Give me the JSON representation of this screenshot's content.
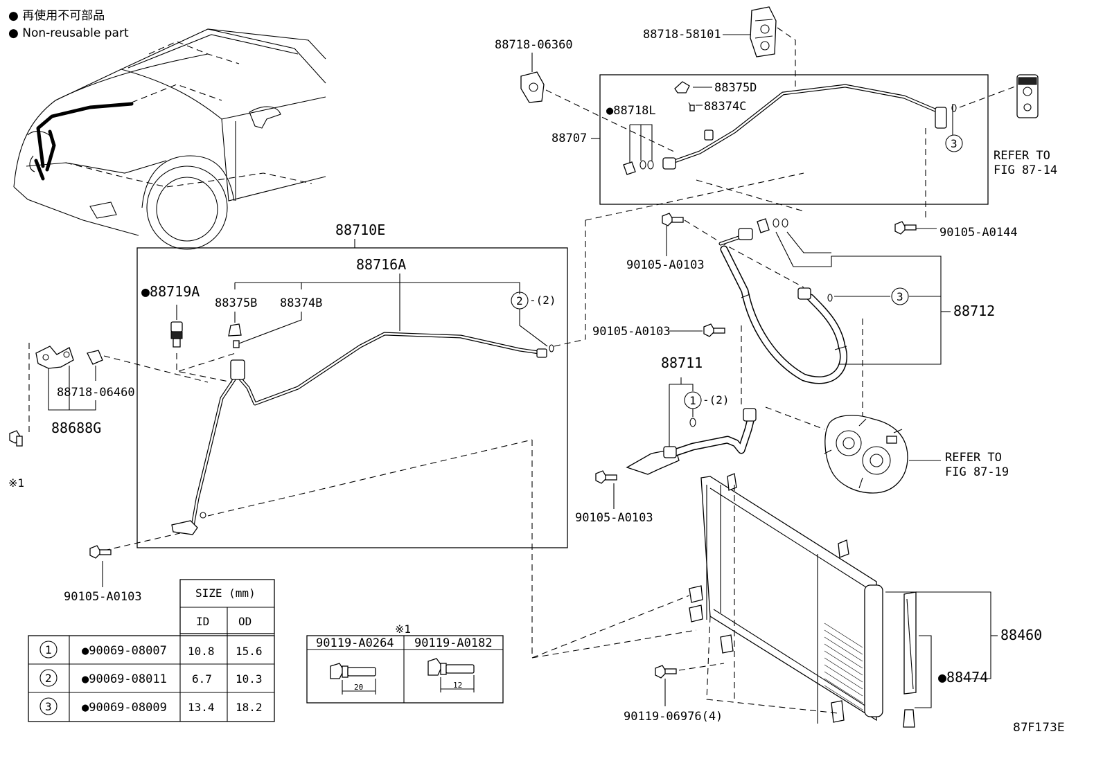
{
  "legend": {
    "line1": "● 再使用不可部品",
    "line2": "● Non-reusable part"
  },
  "labels": {
    "p88718_06360": "88718-06360",
    "p88718_58101": "88718-58101",
    "p88375D": "88375D",
    "p88374C": "88374C",
    "p88718L": "●88718L",
    "p88707": "88707",
    "refer_87_14_a": "REFER TO",
    "refer_87_14_b": "FIG 87-14",
    "p90105_A0144": "90105-A0144",
    "p90105_A0103_a": "90105-A0103",
    "p88710E": "88710E",
    "p88716A": "88716A",
    "p88719A": "●88719A",
    "p88375B": "88375B",
    "p88374B": "88374B",
    "qty2a": "-(2)",
    "p88712": "88712",
    "p90105_A0103_b": "90105-A0103",
    "p88711": "88711",
    "qty2b": "-(2)",
    "refer_87_19_a": "REFER TO",
    "refer_87_19_b": "FIG 87-19",
    "p90105_A0103_c": "90105-A0103",
    "p88718_06460": "88718-06460",
    "p88688G": "88688G",
    "note_mark": "※1",
    "p90105_A0103_d": "90105-A0103",
    "p88460": "88460",
    "p88474": "●88474",
    "p90119_06976": "90119-06976(4)",
    "figure_id": "87F173E",
    "circle_1": "1",
    "circle_2": "2",
    "circle_3": "3"
  },
  "size_table": {
    "header": "SIZE (mm)",
    "col_id": "ID",
    "col_od": "OD",
    "rows": [
      {
        "ref": "1",
        "part": "●90069-08007",
        "id": "10.8",
        "od": "15.6"
      },
      {
        "ref": "2",
        "part": "●90069-08011",
        "id": "6.7",
        "od": "10.3"
      },
      {
        "ref": "3",
        "part": "●90069-08009",
        "id": "13.4",
        "od": "18.2"
      }
    ]
  },
  "bolt_table": {
    "mark": "※1",
    "col1": "90119-A0264",
    "col2": "90119-A0182",
    "len1": "20",
    "len2": "12"
  }
}
